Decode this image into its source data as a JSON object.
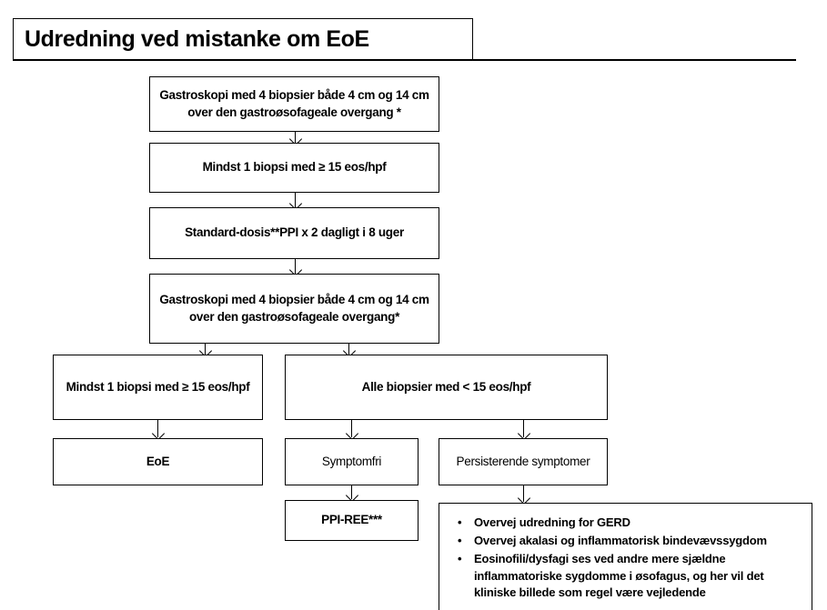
{
  "title": "Udredning ved mistanke om EoE",
  "nodes": {
    "gastroskopi_1": "Gastroskopi med 4 biopsier både  4 cm og 14 cm over den gastroøsofageale overgang *",
    "gastroskopi_1_line1": "Gastroskopi med 4 biopsier både  4 cm og 14 cm",
    "gastroskopi_1_line2": "over den gastroøsofageale overgang *",
    "mindst_1_biopsi_top": "Mindst 1 biopsi med ≥ 15  eos/hpf",
    "ppi_behandling": "Standard-dosis**PPI x 2 dagligt i 8 uger",
    "gastroskopi_2_line1": "Gastroskopi med 4 biopsier både 4 cm og 14 cm",
    "gastroskopi_2_line2": "over den gastroøsofageale overgang*",
    "mindst_1_biopsi_branch": "Mindst 1 biopsi med ≥ 15  eos/hpf",
    "alle_biopsier_branch": "Alle biopsier med < 15  eos/hpf",
    "eoe": "EoE",
    "symptomfri": "Symptomfri",
    "persisterende_symptomer": "Persisterende symptomer",
    "ppi_ree": "PPI-REE***"
  },
  "recommendations": {
    "bullet_char": "•",
    "items": [
      "Overvej udredning for GERD",
      "Overvej akalasi og inflammatorisk bindevævssygdom",
      "Eosinofili/dysfagi ses ved andre mere sjældne inflammatoriske sygdomme i øsofagus, og her vil det kliniske billede som regel være vejledende"
    ]
  },
  "colors": {
    "border": "#000000",
    "background": "#ffffff",
    "text": "#000000"
  }
}
